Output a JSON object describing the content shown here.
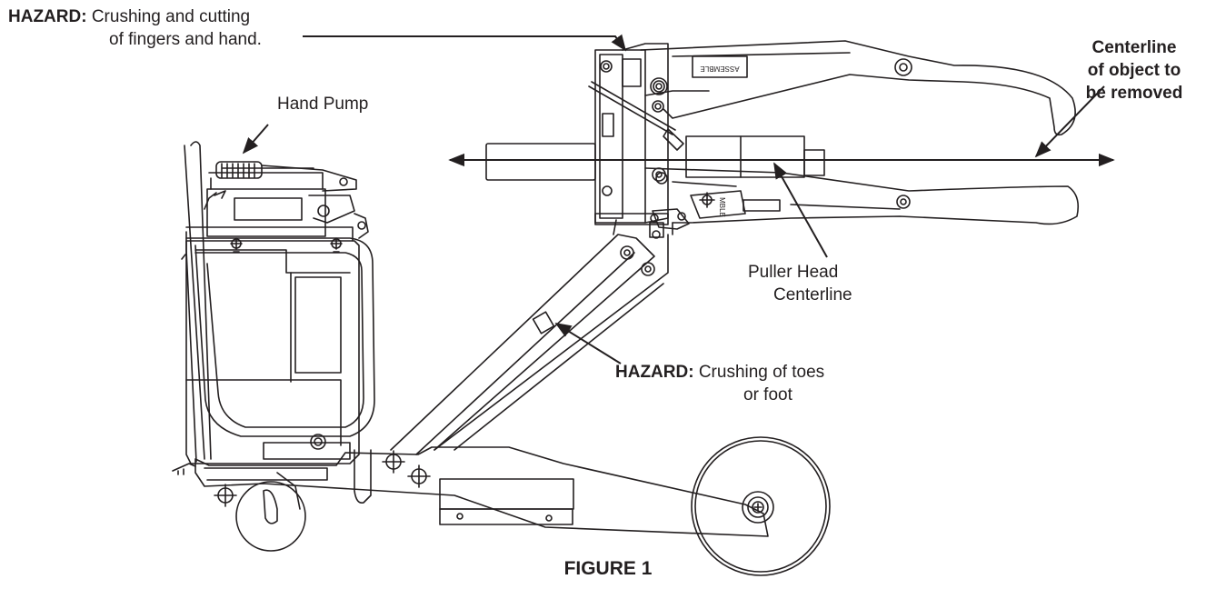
{
  "figure": {
    "caption": "FIGURE 1"
  },
  "callouts": {
    "hazard_hand": {
      "keyword": "HAZARD:",
      "line1": "Crushing and cutting",
      "line2": "of fingers and hand."
    },
    "hazard_foot": {
      "keyword": "HAZARD:",
      "line1": "Crushing of toes",
      "line2": "or foot"
    },
    "hand_pump": "Hand Pump",
    "puller_head": {
      "line1": "Puller Head",
      "line2": "Centerline"
    },
    "object_centerline": {
      "line1": "Centerline",
      "line2": "of object to",
      "line3": "be removed"
    }
  },
  "decals": {
    "assemble_top": "ASSEMBLE",
    "assemble_bottom": "MBLE"
  },
  "colors": {
    "ink": "#231f20",
    "paper": "#ffffff"
  }
}
